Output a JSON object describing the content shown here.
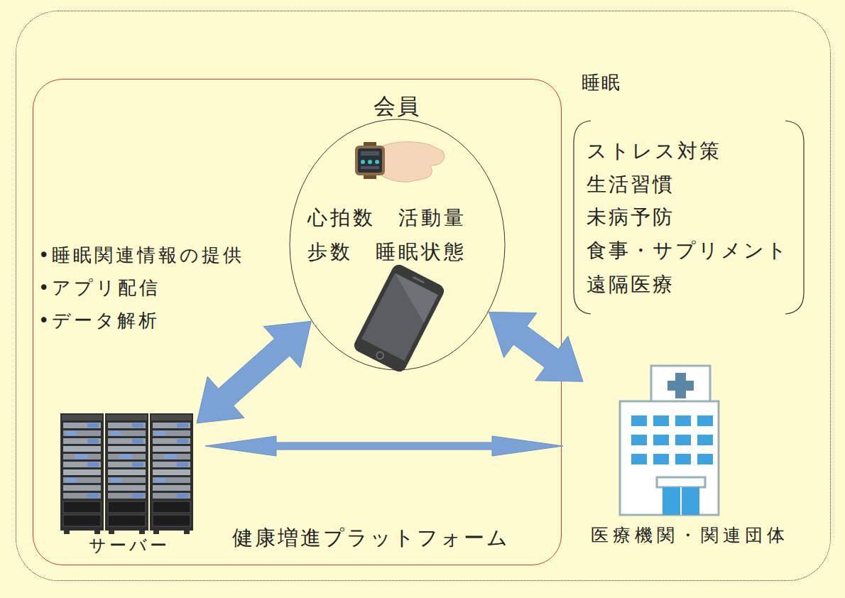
{
  "diagram": {
    "nodes": [
      {
        "text": [
          "睡眠"
        ]
      },
      {
        "text": [
          "健康増進プラットフォーム"
        ],
        "in": 0
      },
      {
        "text": [
          "会員",
          "心拍数　活動量",
          "歩数　睡眠状態"
        ],
        "in": 1
      },
      {
        "text": [
          "サーバー"
        ],
        "in": 1
      },
      {
        "text": [
          "医療機関・関連団体"
        ],
        "in": 0
      }
    ],
    "edges": [
      {
        "from": 2,
        "to": 3,
        "arrow": "both"
      },
      {
        "from": 2,
        "to": 4,
        "arrow": "both"
      },
      {
        "from": 3,
        "to": 4,
        "arrow": "both"
      }
    ],
    "labels": [
      "•睡眠関連情報の提供",
      "•アプリ配信",
      "•データ解析",
      "ストレス対策",
      "生活習慣",
      "未病予防",
      "食事・サプリメント",
      "遠隔医療"
    ]
  }
}
